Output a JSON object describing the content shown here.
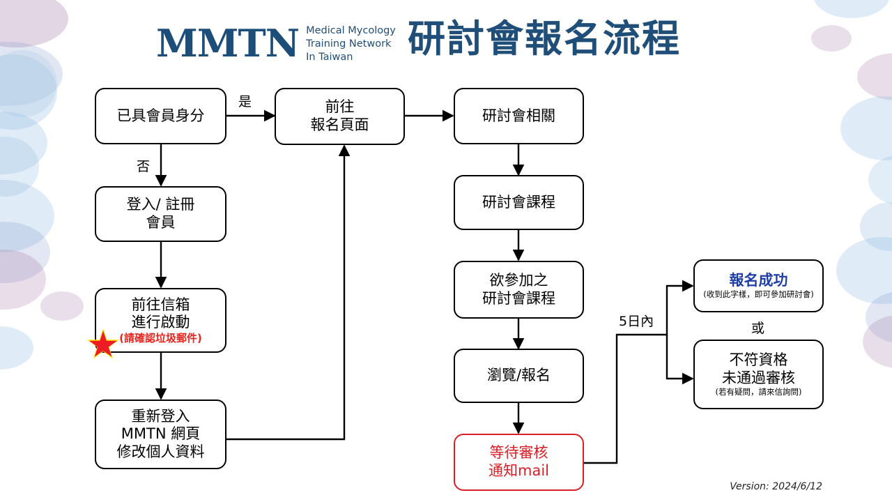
{
  "header": {
    "logo_mark": "MMTN",
    "logo_line1": "Medical Mycology",
    "logo_line2": "Training Network",
    "logo_line3": "In Taiwan",
    "title": "研討會報名流程",
    "brand_color": "#1f4e79"
  },
  "nodes": {
    "member_status": {
      "line1": "已具會員身分"
    },
    "goto_register": {
      "line1": "前往",
      "line2": "報名頁面"
    },
    "login_signup": {
      "line1": "登入/ 註冊",
      "line2": "會員"
    },
    "activate_mail": {
      "line1": "前往信箱",
      "line2": "進行啟動",
      "note": "(請確認垃圾郵件)"
    },
    "relogin": {
      "line1": "重新登入",
      "line2": "MMTN 網頁",
      "line3": "修改個人資料"
    },
    "seminar_info": {
      "line1": "研討會相關"
    },
    "seminar_course": {
      "line1": "研討會課程"
    },
    "choose_course": {
      "line1": "欲參加之",
      "line2": "研討會課程"
    },
    "browse_apply": {
      "line1": "瀏覽/報名"
    },
    "await_review": {
      "line1": "等待審核",
      "line2": "通知mail"
    },
    "success": {
      "line1": "報名成功",
      "note": "(收到此字樣，即可參加研討會)"
    },
    "rejected": {
      "line1": "不符資格",
      "line2": "未通過審核",
      "note": "(若有疑問，請來信詢問)"
    }
  },
  "edge_labels": {
    "yes": "是",
    "no": "否",
    "within_5_days": "5日內",
    "or": "或"
  },
  "colors": {
    "brand_blue": "#1f4e79",
    "alert_red": "#d91f26",
    "success_blue": "#1f3fa8",
    "star_red": "#ee1c25",
    "star_glow": "#ffe800"
  },
  "footer": {
    "version": "Version: 2024/6/12"
  }
}
